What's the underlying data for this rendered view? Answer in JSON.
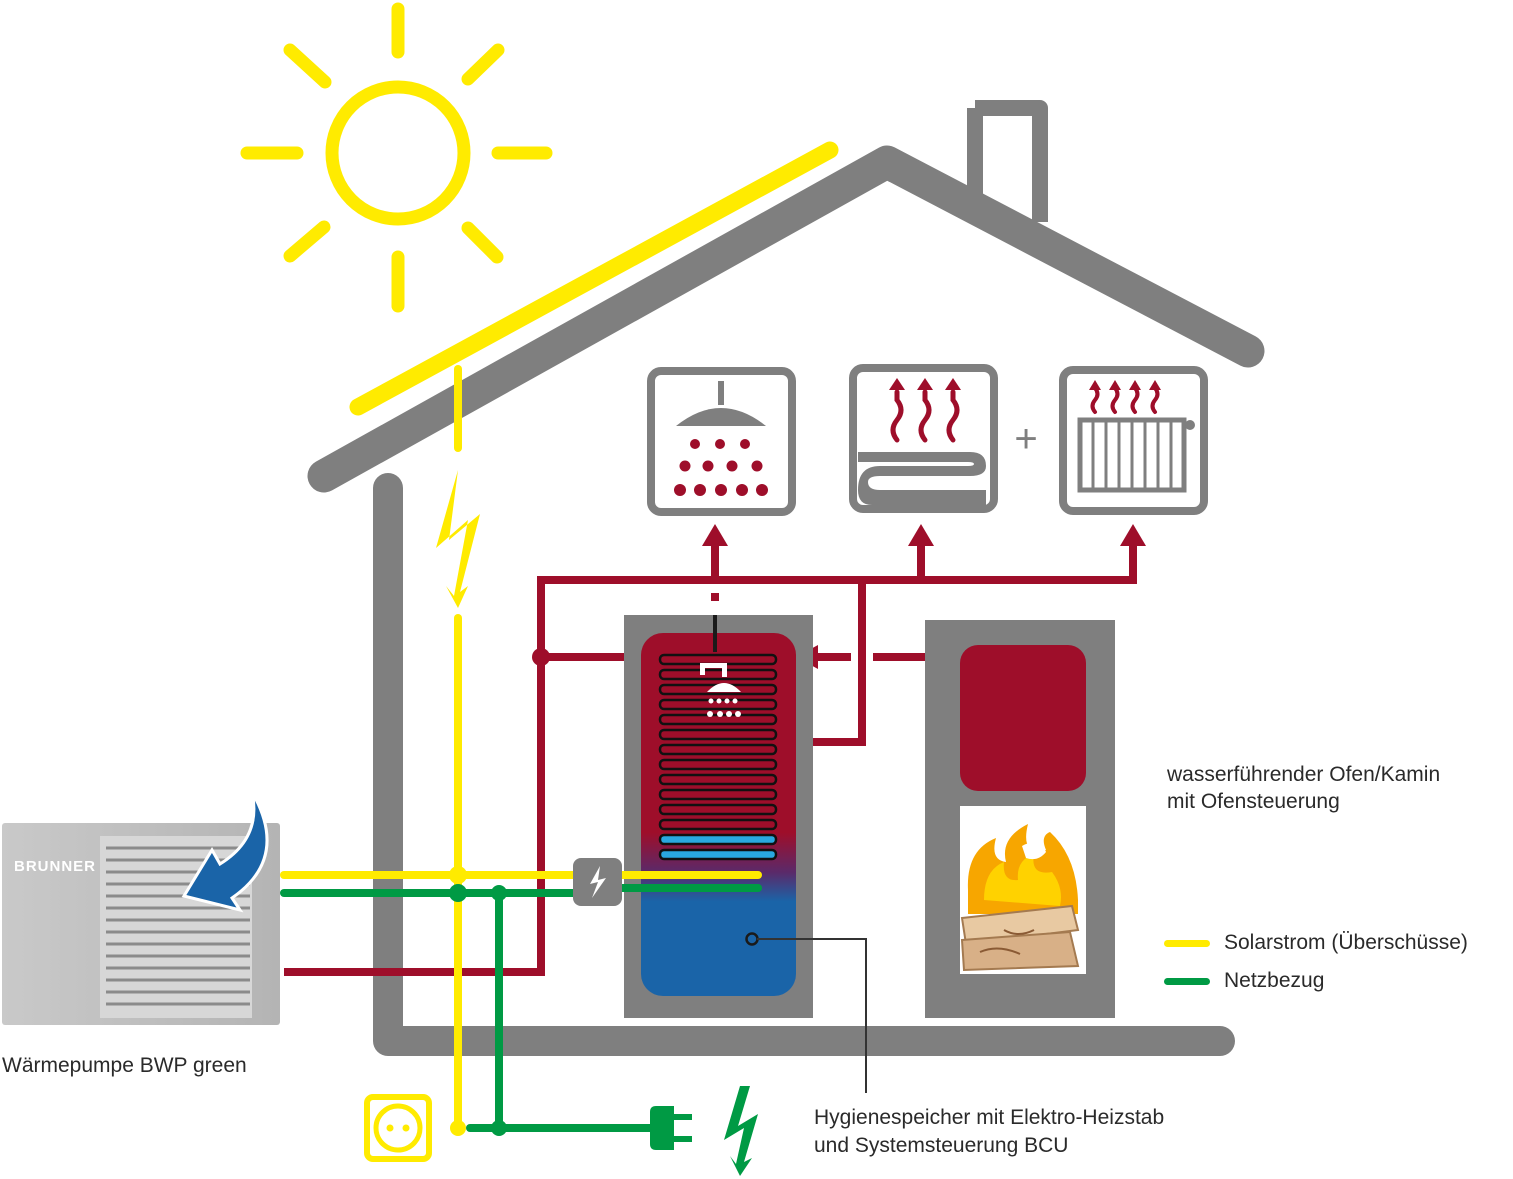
{
  "heat_pump": {
    "brand": "BRUNNER",
    "label": "Wärmepumpe BWP green"
  },
  "stove": {
    "label_line1": "wasserführender Ofen/Kamin",
    "label_line2": "mit Ofensteuerung"
  },
  "storage": {
    "label_line1": "Hygienespeicher mit Elektro-Heizstab",
    "label_line2": "und Systemsteuerung BCU"
  },
  "consumers": {
    "plus_sign": "+"
  },
  "legend": [
    {
      "label": "Solarstrom (Überschüsse)",
      "color": "#ffeb00"
    },
    {
      "label": "Netzbezug",
      "color": "#009a44"
    }
  ],
  "colors": {
    "house": "#7f7f7f",
    "heating_line": "#9e0e2a",
    "cold_water": "#1a64a8",
    "solar": "#ffeb00",
    "grid": "#009a44",
    "fire": "#f7a600"
  },
  "icons": [
    "sun-icon",
    "lightning-icon",
    "shower-icon",
    "floor-heating-icon",
    "radiator-icon",
    "socket-icon",
    "plug-icon",
    "flame-icon"
  ]
}
